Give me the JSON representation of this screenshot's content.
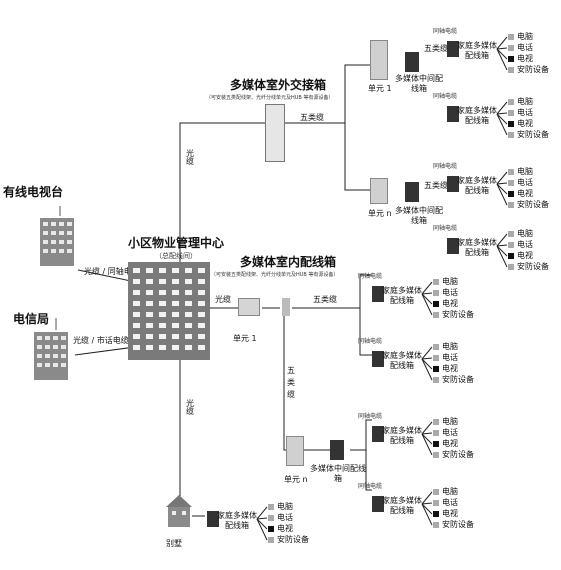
{
  "sources": {
    "cable_tv": "有线电视台",
    "telecom": "电信局"
  },
  "links": {
    "fiber_coax": "光缆 / 同轴电缆",
    "fiber_city": "光缆 / 市话电缆",
    "fiber": "光缆",
    "cat5": "五类缆"
  },
  "center": {
    "title": "小区物业管理中心",
    "subtitle": "（总配线间）"
  },
  "outdoor_box": {
    "title": "多媒体室外交接箱",
    "note": "（可安装五类配线架、光纤分线单元及HUB 等有源设备）"
  },
  "indoor_box": {
    "title": "多媒体室内配线箱",
    "note": "（可安装五类配线架、光纤分线单元及HUB 等有源设备）"
  },
  "units": {
    "unit1": "单元 1",
    "unitn": "单元 n",
    "unit1_indoor": "单元 1",
    "villa": "别墅"
  },
  "mid_box": "多媒体中间配线箱",
  "home_box": "家庭多媒体配线箱",
  "coax_label": "同轴电缆",
  "devices": {
    "pc": "电脑",
    "phone": "电话",
    "tv": "电视",
    "security": "安防设备"
  }
}
